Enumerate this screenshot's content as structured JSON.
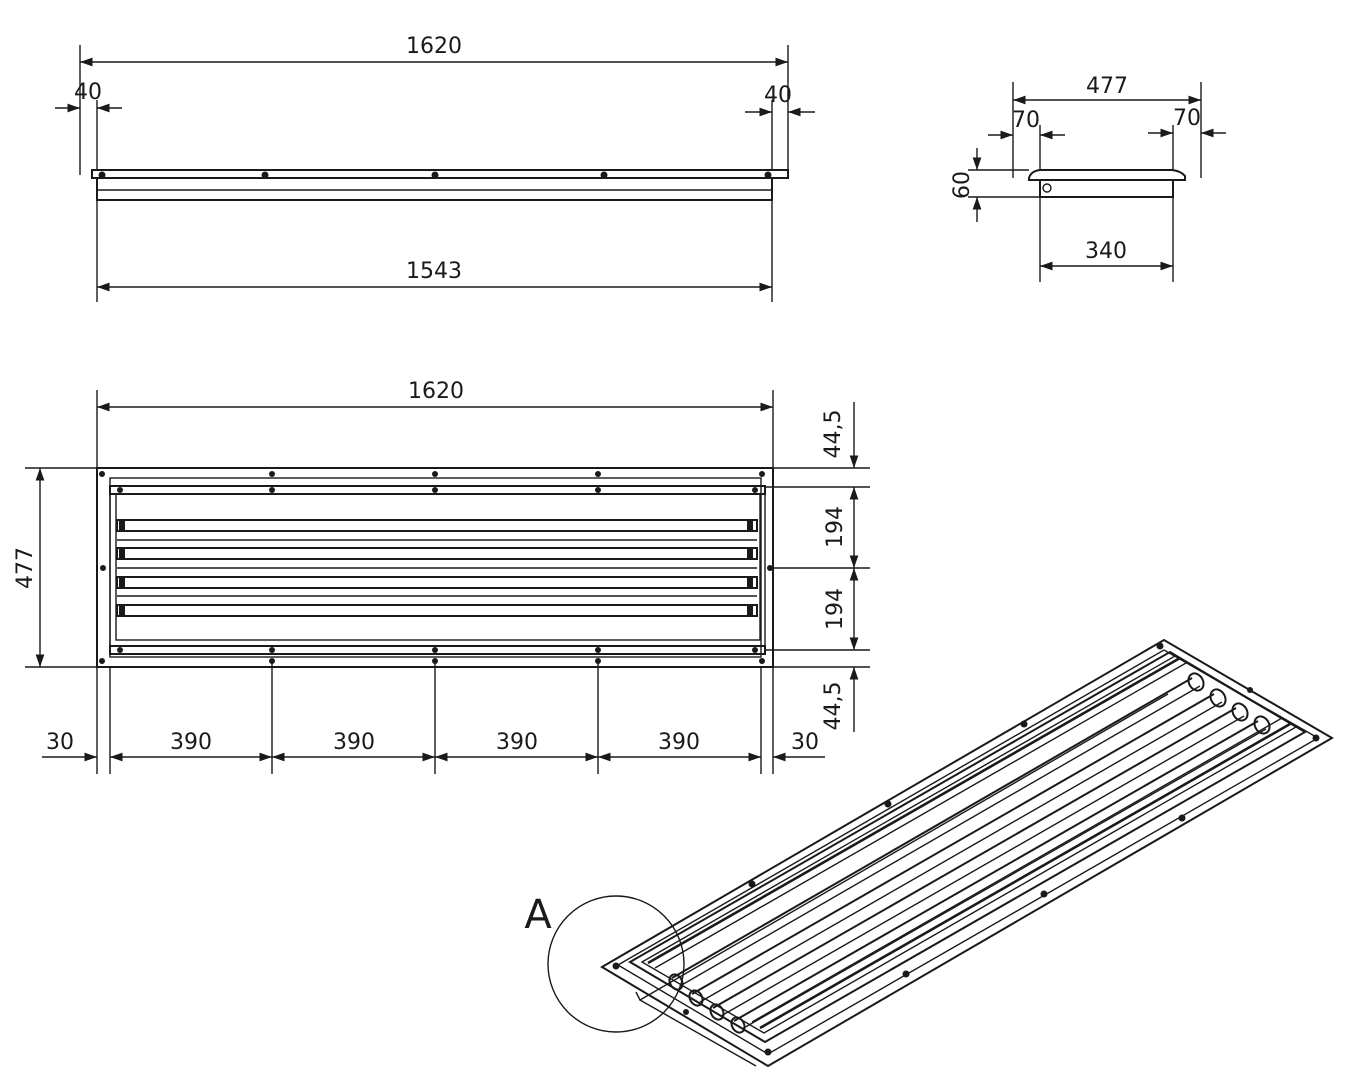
{
  "side_view": {
    "overall_width": "1620",
    "left_flange": "40",
    "right_flange": "40",
    "inner_width": "1543"
  },
  "end_view": {
    "overall_width": "477",
    "left_flange": "70",
    "right_flange": "70",
    "height": "60",
    "inner_width": "340"
  },
  "plan_view": {
    "overall_width": "1620",
    "overall_height": "477",
    "edge_top": "44,5",
    "pitch_upper": "194",
    "pitch_lower": "194",
    "edge_bottom": "44,5",
    "left_margin": "30",
    "spacing": [
      "390",
      "390",
      "390",
      "390"
    ],
    "right_margin": "30"
  },
  "isometric_view": {
    "detail_label": "A"
  }
}
